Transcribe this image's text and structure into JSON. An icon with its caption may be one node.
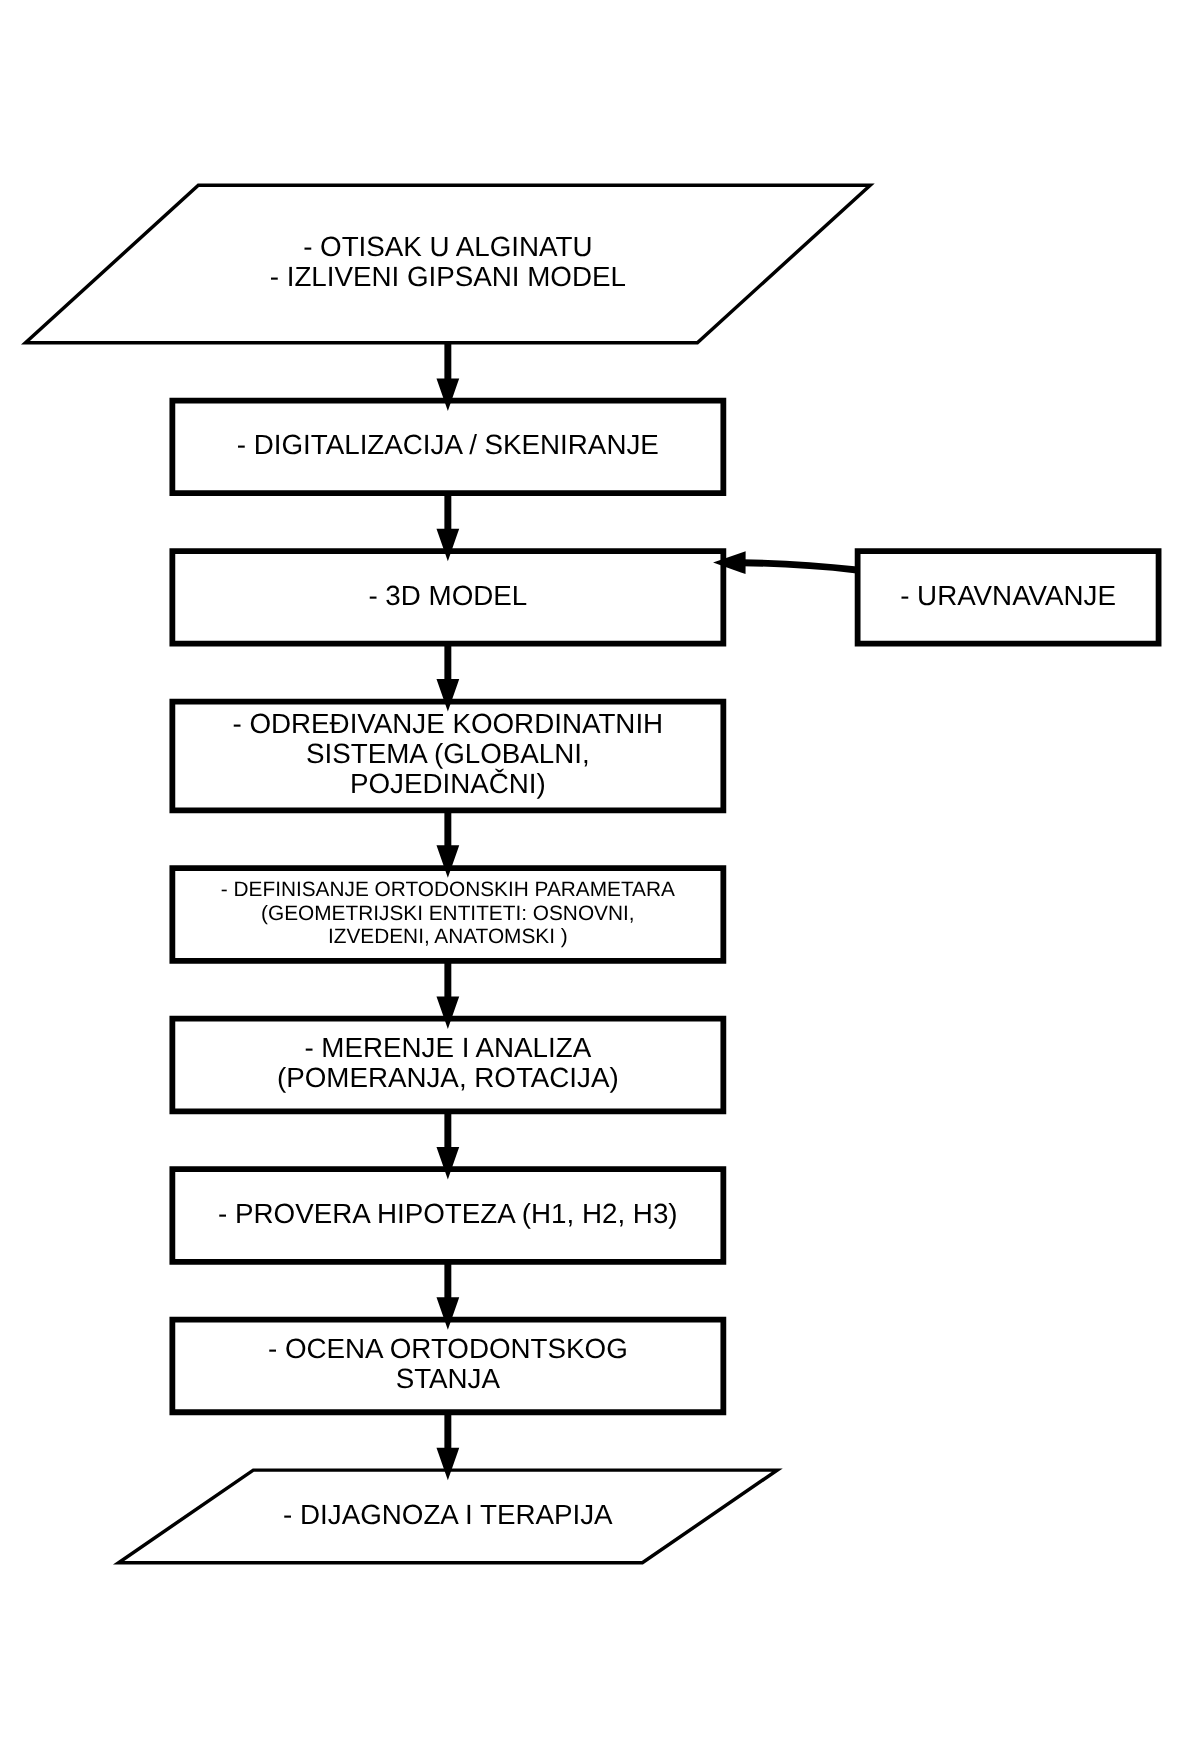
{
  "diagram": {
    "nodes": [
      {
        "text": [
          "- OTISAK U ALGINATU",
          "- IZLIVENI GIPSANI MODEL"
        ]
      },
      {
        "text": [
          "- DIGITALIZACIJA / SKENIRANJE"
        ]
      },
      {
        "text": [
          "- 3D MODEL"
        ]
      },
      {
        "text": [
          "- URAVNAVANJE"
        ]
      },
      {
        "text": [
          "- ODREĐIVANJE KOORDINATNIH SISTEMA (GLOBALNI, POJEDINAČNI)"
        ]
      },
      {
        "text": [
          "- DEFINISANJE ORTODONSKIH PARAMETARA (GEOMETRIJSKI ENTITETI: OSNOVNI, IZVEDENI, ANATOMSKI )"
        ]
      },
      {
        "text": [
          "- MERENJE I ANALIZA (POMERANJA, ROTACIJA)"
        ]
      },
      {
        "text": [
          "- PROVERA HIPOTEZA (H1, H2, H3)"
        ]
      },
      {
        "text": [
          "- OCENA ORTODONTSKOG STANJA"
        ]
      },
      {
        "text": [
          "- DIJAGNOZA I TERAPIJA"
        ]
      }
    ],
    "edges": [
      {
        "from": 0,
        "to": 1,
        "arrow": "to"
      },
      {
        "from": 1,
        "to": 2,
        "arrow": "to"
      },
      {
        "from": 3,
        "to": 2,
        "arrow": "to"
      },
      {
        "from": 2,
        "to": 4,
        "arrow": "to"
      },
      {
        "from": 4,
        "to": 5,
        "arrow": "to"
      },
      {
        "from": 5,
        "to": 6,
        "arrow": "to"
      },
      {
        "from": 6,
        "to": 7,
        "arrow": "to"
      },
      {
        "from": 7,
        "to": 8,
        "arrow": "to"
      },
      {
        "from": 8,
        "to": 9,
        "arrow": "to"
      }
    ]
  }
}
